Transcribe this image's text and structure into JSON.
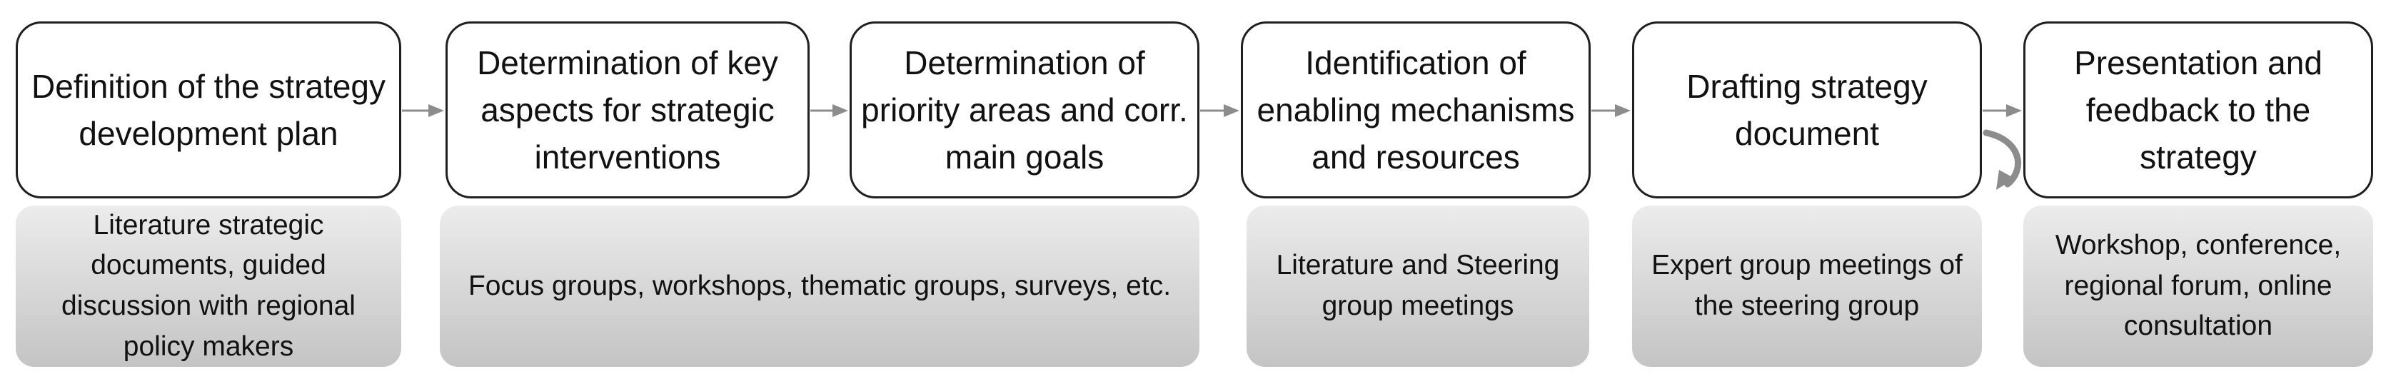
{
  "steps": [
    {
      "label": "Definition of the strategy development plan"
    },
    {
      "label": "Determination of key aspects for strategic interventions"
    },
    {
      "label": "Determination of priority areas and corr. main goals"
    },
    {
      "label": "Identification of enabling mechanisms and resources"
    },
    {
      "label": "Drafting strategy document"
    },
    {
      "label": "Presentation and feedback to the strategy"
    }
  ],
  "methods": [
    {
      "label": "Literature strategic documents, guided discussion with regional policy makers"
    },
    {
      "label": "Focus groups, workshops, thematic groups, surveys, etc."
    },
    {
      "label": "Literature and Steering group meetings"
    },
    {
      "label": "Expert group meetings of the steering group"
    },
    {
      "label": "Workshop, conference, regional forum, online consultation"
    }
  ],
  "colors": {
    "step_border": "#1f1f1f",
    "arrow": "#8c8c8c",
    "method_fill_top": "#ececec",
    "method_fill_bottom": "#c4c4c4"
  },
  "icons": {
    "feedback_loop": "curved-return-arrow-icon"
  }
}
